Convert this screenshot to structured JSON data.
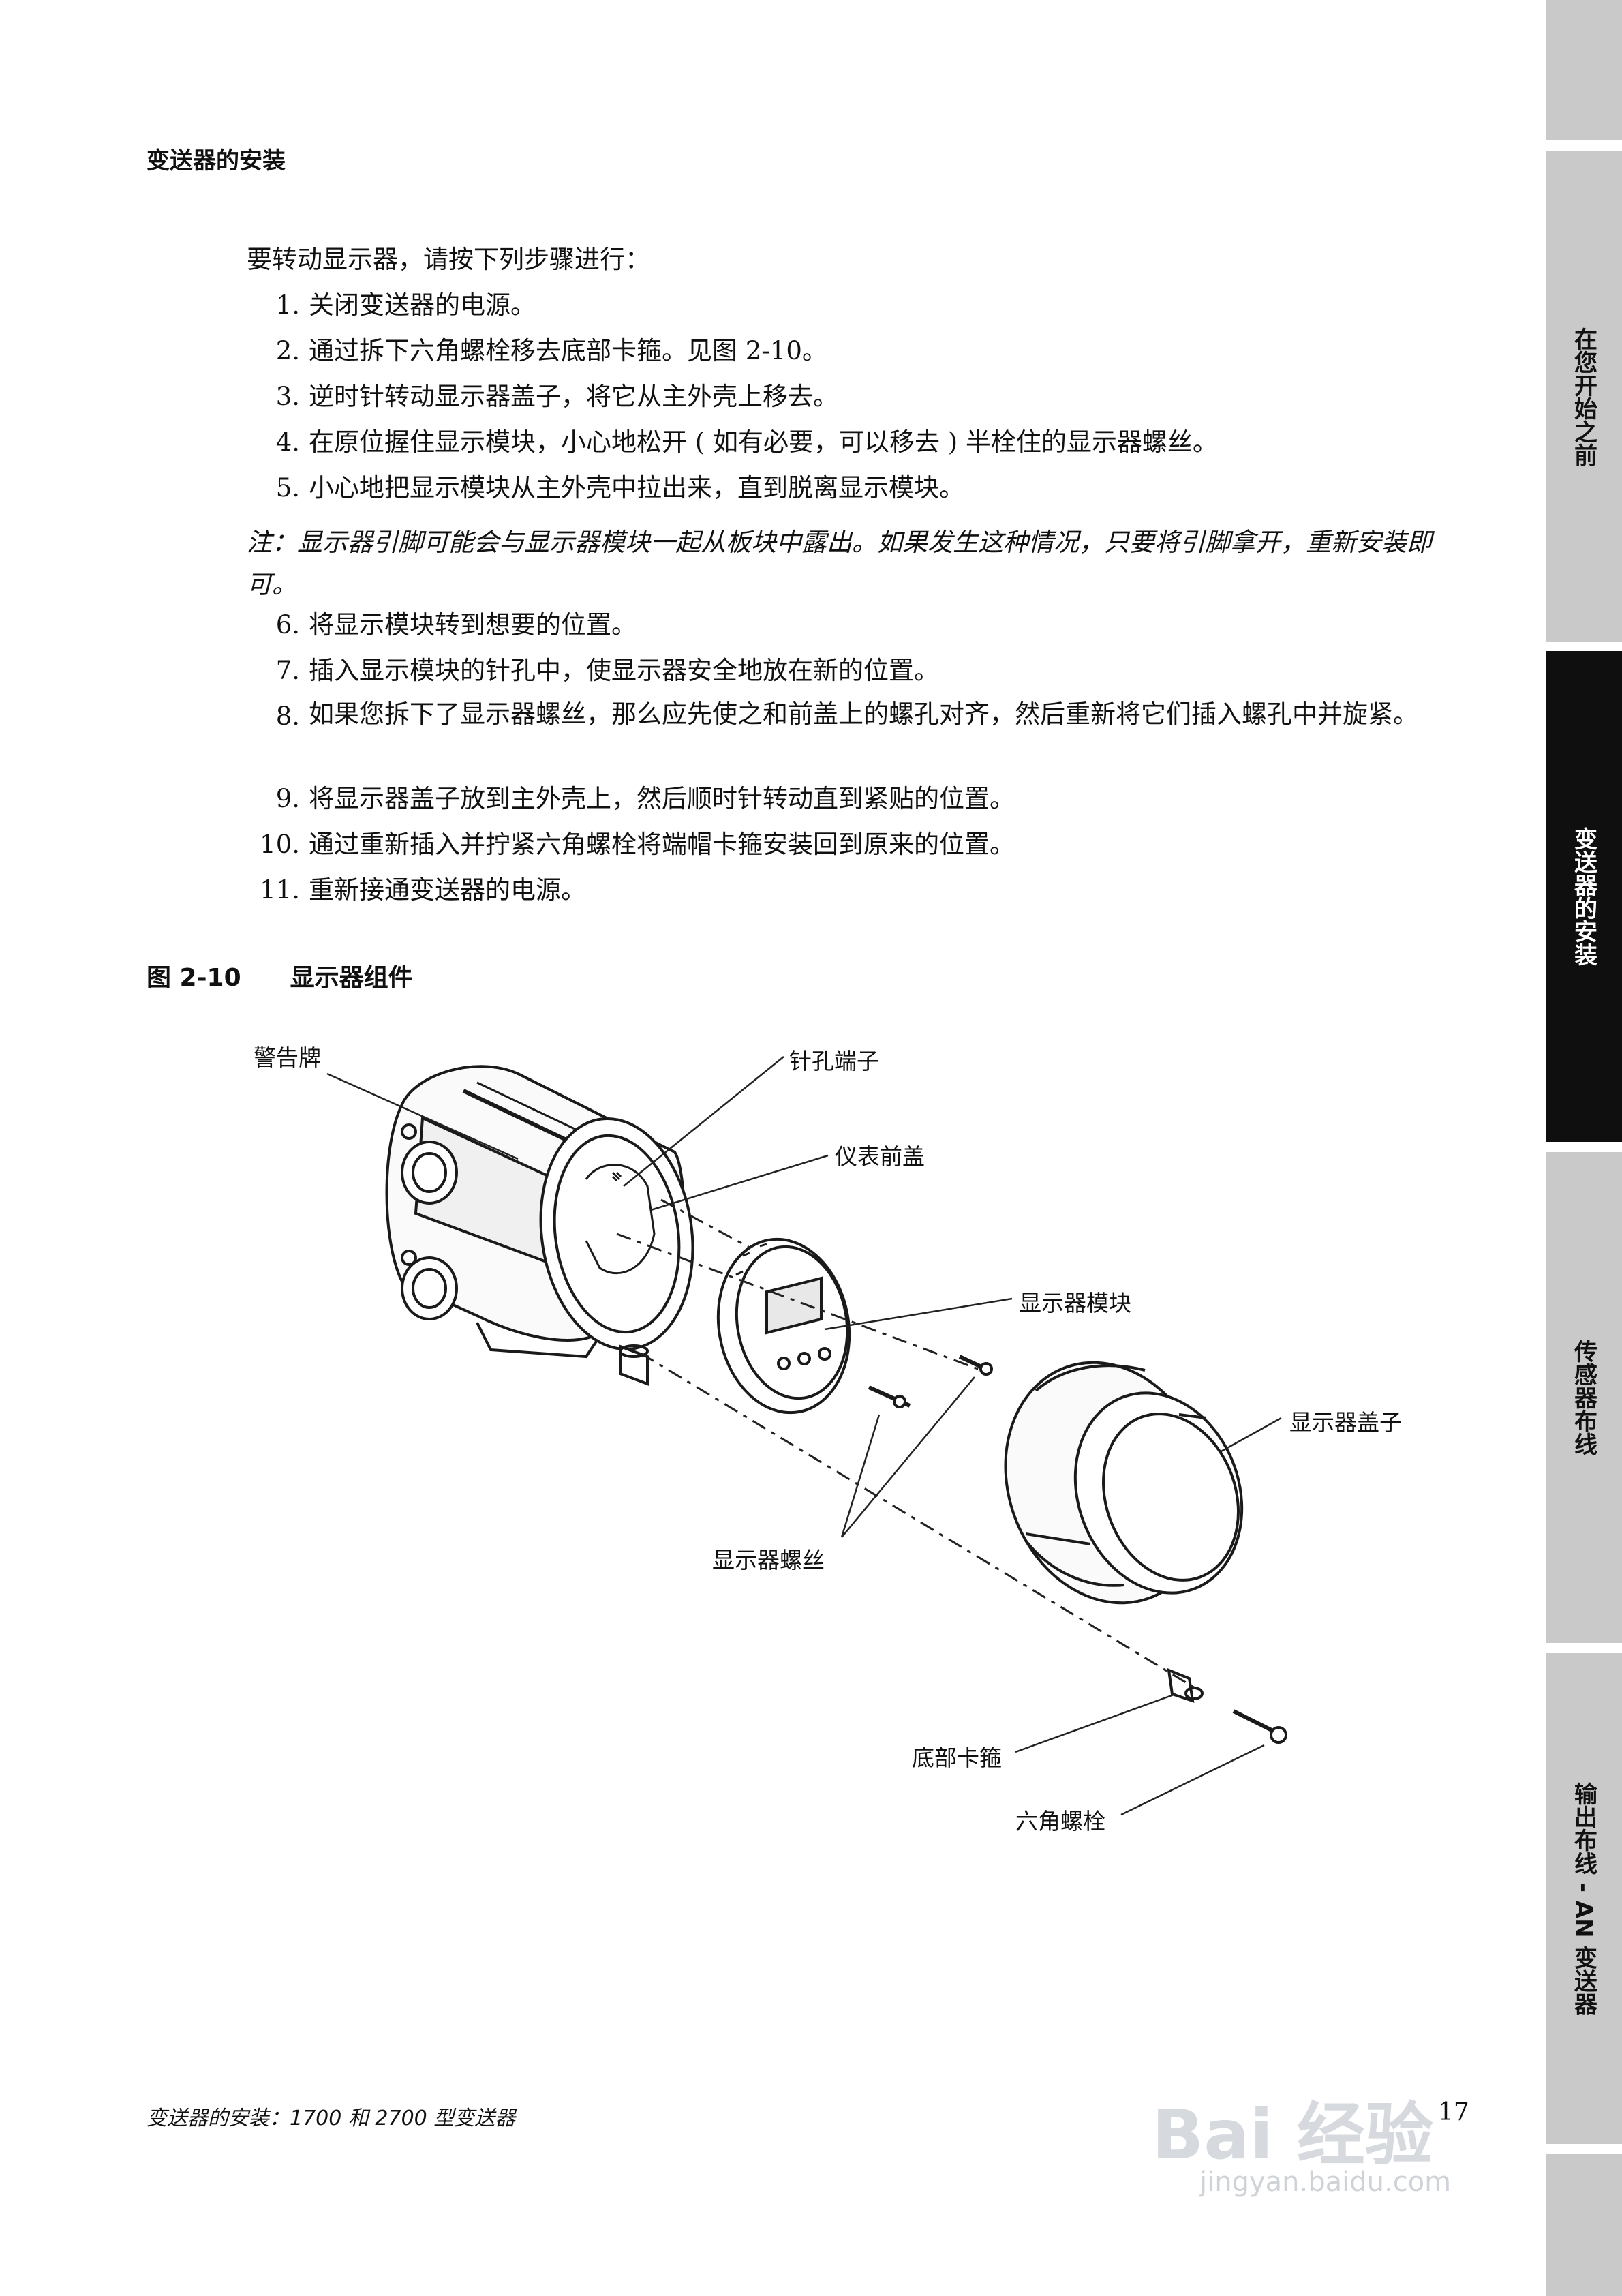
{
  "header": {
    "title": "变送器的安装"
  },
  "intro": "要转动显示器，请按下列步骤进行：",
  "steps_a": [
    {
      "num": "1.",
      "text": "关闭变送器的电源。"
    },
    {
      "num": "2.",
      "text": "通过拆下六角螺栓移去底部卡箍。见图 2-10。"
    },
    {
      "num": "3.",
      "text": "逆时针转动显示器盖子，将它从主外壳上移去。"
    },
    {
      "num": "4.",
      "text": "在原位握住显示模块，小心地松开 ( 如有必要，可以移去 ) 半栓住的显示器螺丝。"
    },
    {
      "num": "5.",
      "text": "小心地把显示模块从主外壳中拉出来，直到脱离显示模块。"
    }
  ],
  "note": "注：显示器引脚可能会与显示器模块一起从板块中露出。如果发生这种情况，只要将引脚拿开，重新安装即可。",
  "steps_b": [
    {
      "num": "6.",
      "text": "将显示模块转到想要的位置。"
    },
    {
      "num": "7.",
      "text": "插入显示模块的针孔中，使显示器安全地放在新的位置。"
    },
    {
      "num": "8.",
      "text": "如果您拆下了显示器螺丝，那么应先使之和前盖上的螺孔对齐，然后重新将它们插入螺孔中并旋紧。"
    },
    {
      "num": "9.",
      "text": "将显示器盖子放到主外壳上，然后顺时针转动直到紧贴的位置。"
    },
    {
      "num": "10.",
      "text": "通过重新插入并拧紧六角螺栓将端帽卡箍安装回到原来的位置。"
    },
    {
      "num": "11.",
      "text": "重新接通变送器的电源。"
    }
  ],
  "figure": {
    "number": "图 2-10",
    "title": "显示器组件",
    "callouts": {
      "warning_plate": "警告牌",
      "pin_terminal": "针孔端子",
      "front_cover": "仪表前盖",
      "display_module": "显示器模块",
      "display_cap": "显示器盖子",
      "display_screws": "显示器螺丝",
      "bottom_clamp": "底部卡箍",
      "hex_bolt": "六角螺栓"
    }
  },
  "footer": {
    "text": "变送器的安装：1700 和 2700 型变送器",
    "page_number": "17"
  },
  "watermark": {
    "text": "Bai 经验",
    "sub": "jingyan.baidu.com"
  },
  "side_tabs": [
    {
      "label": "",
      "active": false
    },
    {
      "label": "在您开始之前",
      "active": false
    },
    {
      "label": "变送器的安装",
      "active": true
    },
    {
      "label": "传感器布线",
      "active": false
    },
    {
      "label": "输出布线 - AN 变送器",
      "active": false
    },
    {
      "label": "",
      "active": false
    }
  ]
}
